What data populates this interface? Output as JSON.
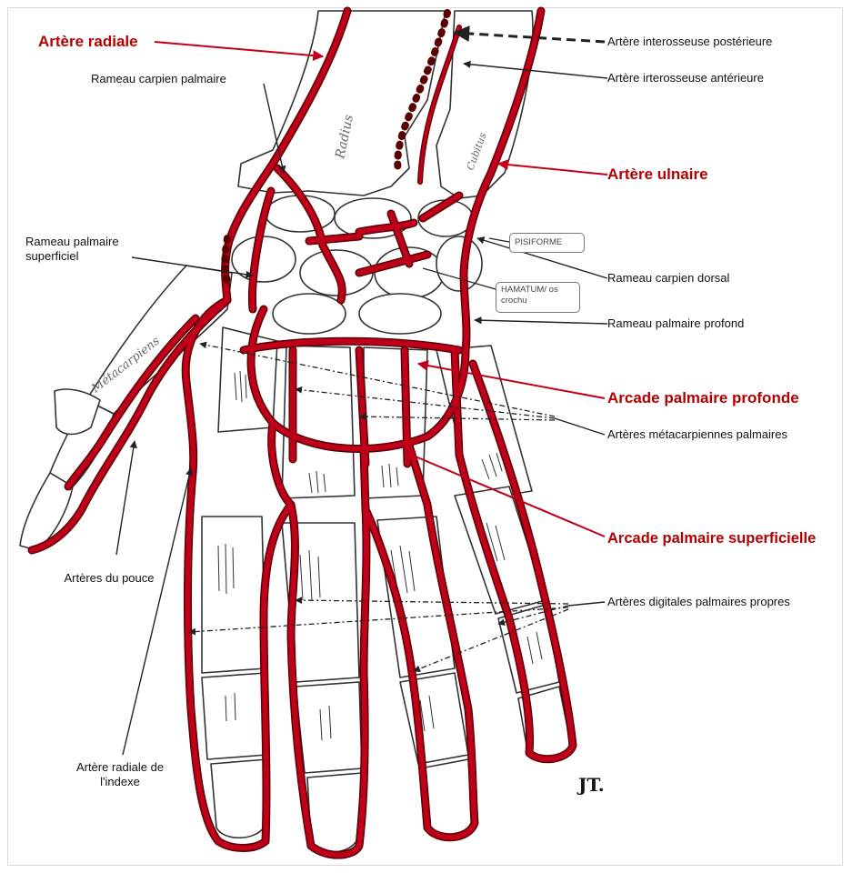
{
  "labels": {
    "arteria_radiale": "Artère radiale",
    "rameau_carpien_palmaire": "Rameau carpien palmaire",
    "interosseuse_posterieure": "Artère interosseuse postérieure",
    "interosseuse_anterieure": "Artère irterosseuse antérieure",
    "arteria_ulnaire": "Artère ulnaire",
    "rameau_palmaire_superficiel": "Rameau palmaire superficiel",
    "pisiforme": "PISIFORME",
    "rameau_carpien_dorsal": "Rameau carpien dorsal",
    "hamatum": "HAMATUM/ os crochu",
    "rameau_palmaire_profond": "Rameau palmaire profond",
    "arcade_profonde": "Arcade palmaire profonde",
    "metacarpiennes": "Artères métacarpiennes palmaires",
    "arcade_superficielle": "Arcade palmaire superficielle",
    "arteres_pouce": "Artères du pouce",
    "digitales": "Artères digitales palmaires propres",
    "radiale_indexe": "Artère radiale de l'indexe"
  },
  "bone_labels": {
    "radius": "Radius",
    "cubitus": "Cubitus",
    "metacarpiens": "Métacarpiens"
  },
  "signature": "JT.",
  "colors": {
    "artery": "#c0001a",
    "artery_dark": "#5a0000",
    "label_red": "#b40000",
    "bone_line": "#333333"
  }
}
